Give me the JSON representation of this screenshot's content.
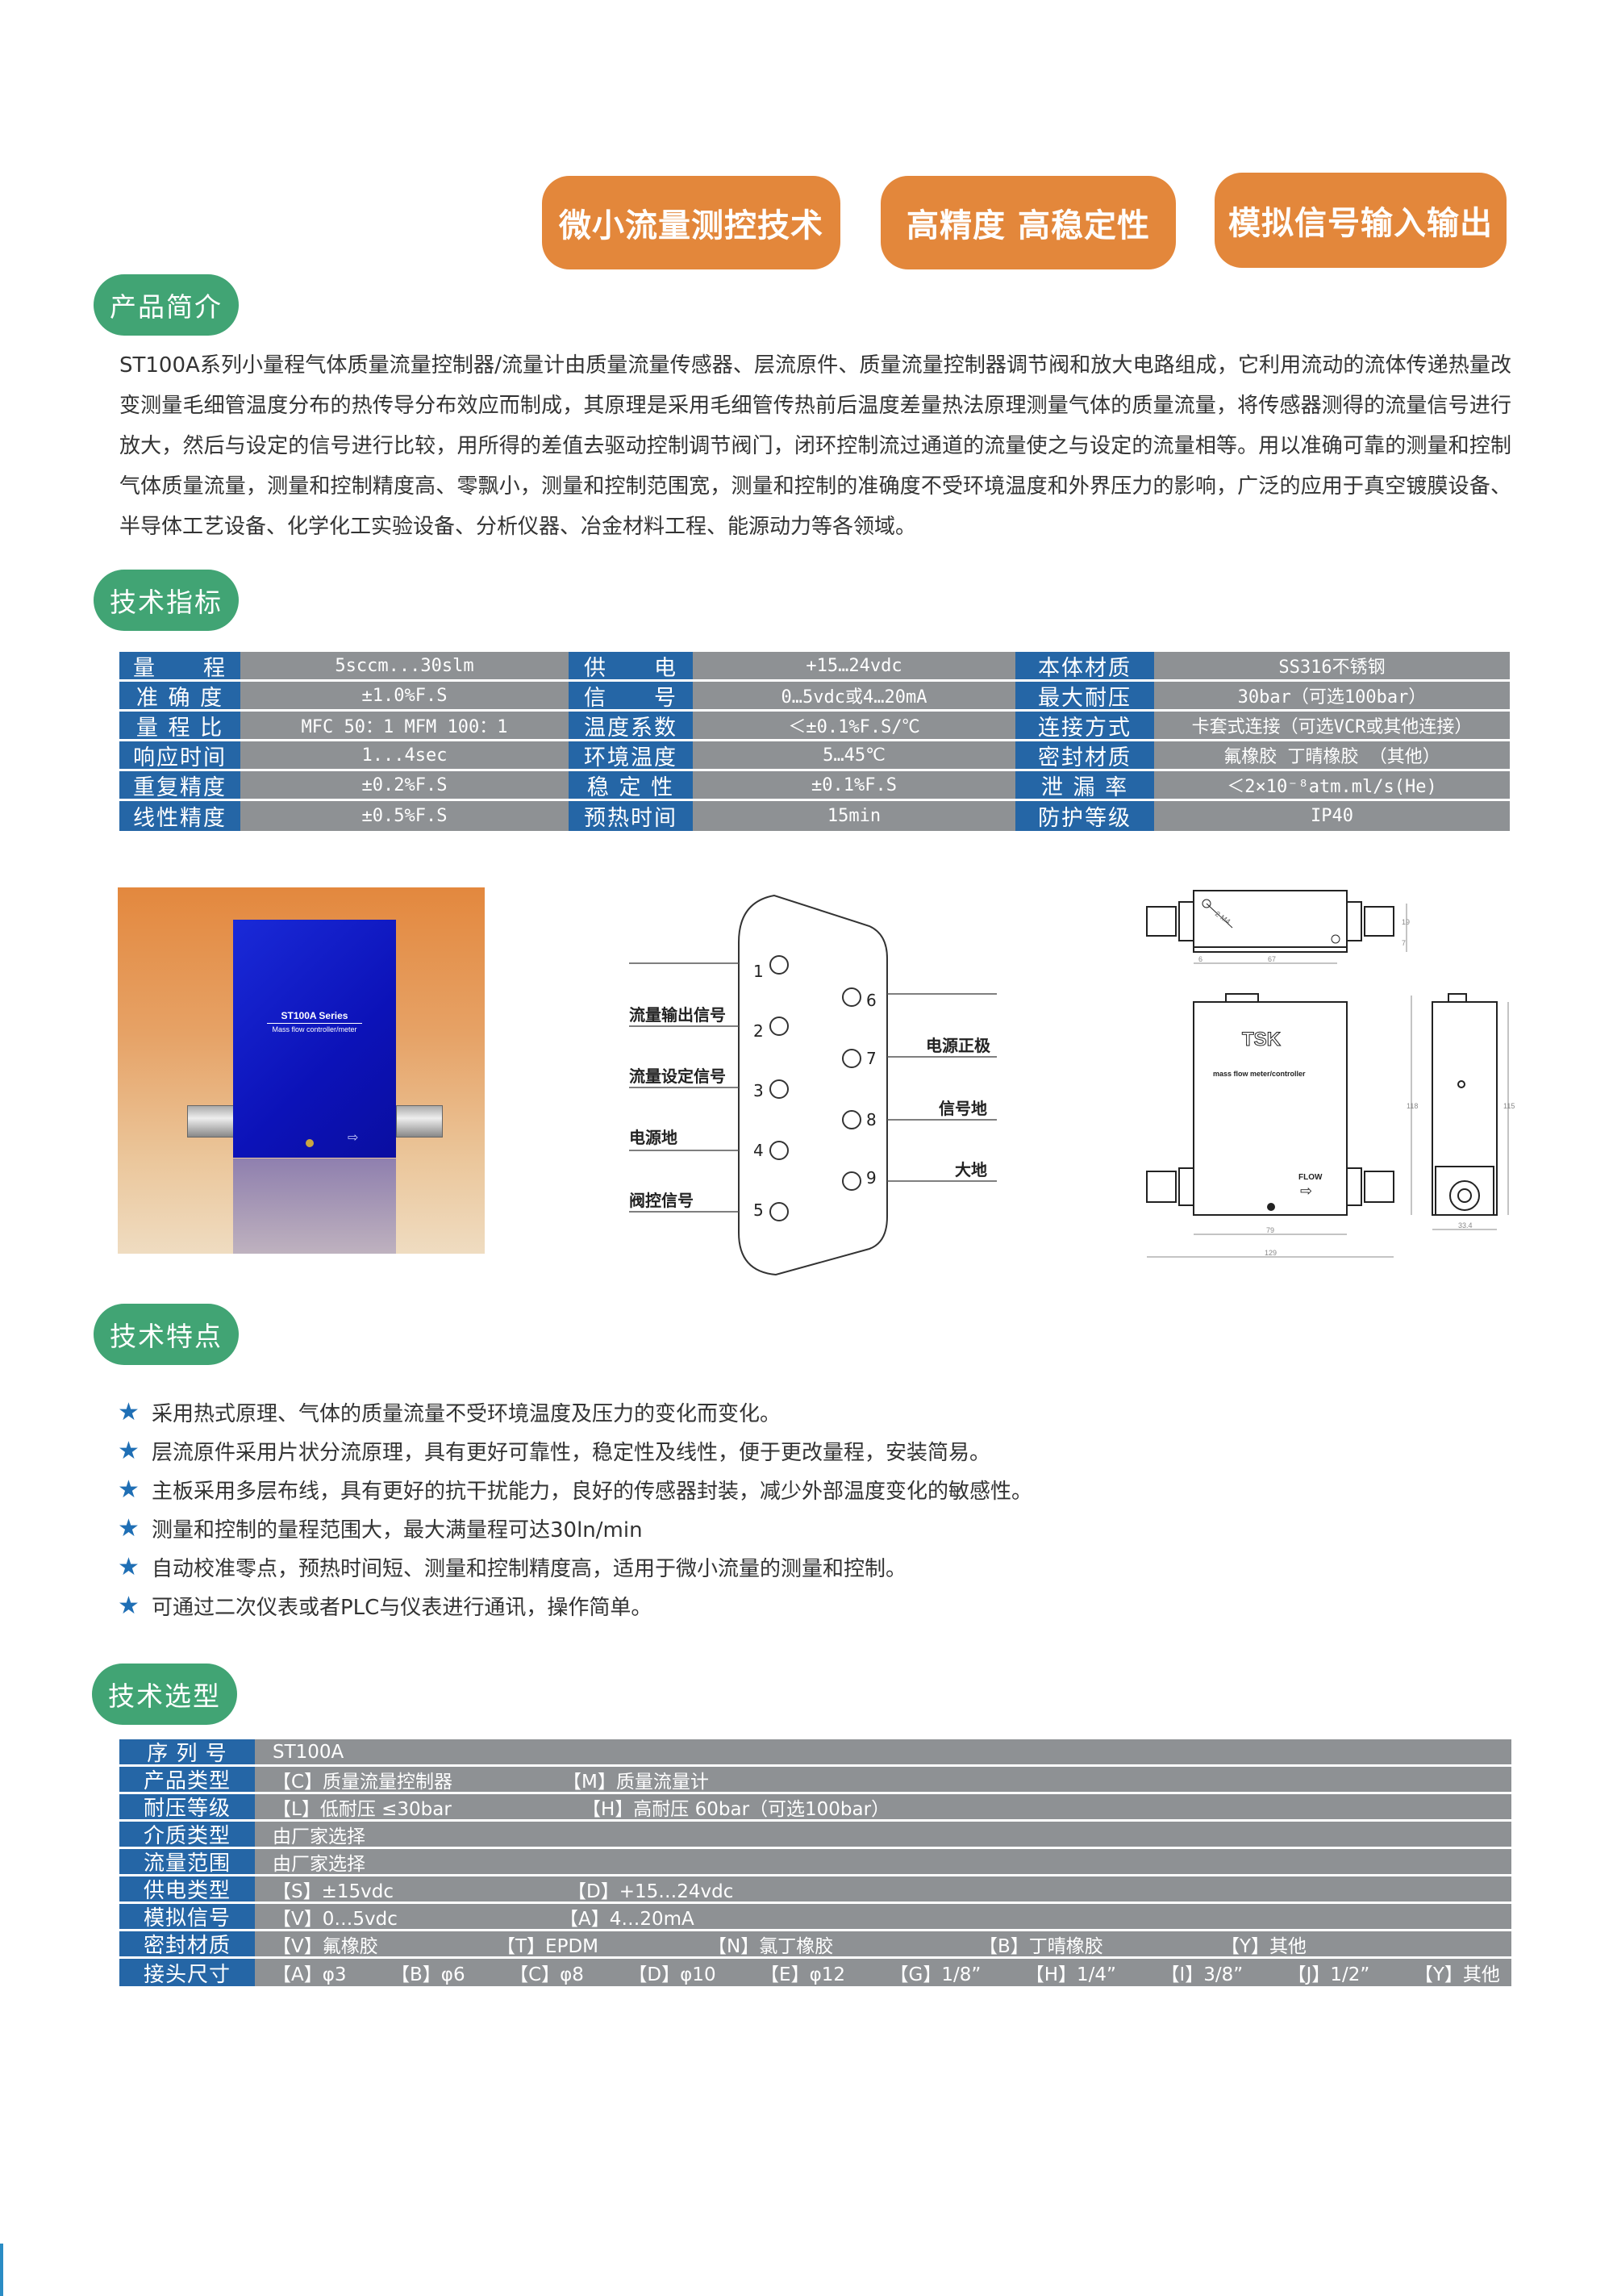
{
  "features_top": [
    {
      "label": "微小流量测控技术"
    },
    {
      "label": "高精度 高稳定性"
    },
    {
      "label": "模拟信号输入输出"
    }
  ],
  "sections": {
    "intro": "产品简介",
    "specs": "技术指标",
    "characteristics": "技术特点",
    "selection": "技术选型"
  },
  "intro_text": "ST100A系列小量程气体质量流量控制器/流量计由质量流量传感器、层流原件、质量流量控制器调节阀和放大电路组成，它利用流动的流体传递热量改变测量毛细管温度分布的热传导分布效应而制成，其原理是采用毛细管传热前后温度差量热法原理测量气体的质量流量，将传感器测得的流量信号进行放大，然后与设定的信号进行比较，用所得的差值去驱动控制调节阀门，闭环控制流过通道的流量使之与设定的流量相等。用以准确可靠的测量和控制气体质量流量，测量和控制精度高、零飘小，测量和控制范围宽，测量和控制的准确度不受环境温度和外界压力的影响，广泛的应用于真空镀膜设备、半导体工艺设备、化学化工实验设备、分析仪器、冶金材料工程、能源动力等各领域。",
  "spec_table": {
    "rows": [
      [
        {
          "label": "量　　程",
          "value": "5sccm...30slm"
        },
        {
          "label": "供　　电",
          "value": "+15…24vdc"
        },
        {
          "label": "本体材质",
          "value": "SS316不锈钢"
        }
      ],
      [
        {
          "label": "准 确 度",
          "value": "±1.0%F.S"
        },
        {
          "label": "信　　号",
          "value": "0…5vdc或4…20mA"
        },
        {
          "label": "最大耐压",
          "value": "30bar（可选100bar）"
        }
      ],
      [
        {
          "label": "量 程 比",
          "value": "MFC 50：1  MFM  100：1"
        },
        {
          "label": "温度系数",
          "value": "＜±0.1%F.S/℃"
        },
        {
          "label": "连接方式",
          "value": "卡套式连接（可选VCR或其他连接）"
        }
      ],
      [
        {
          "label": "响应时间",
          "value": "1...4sec"
        },
        {
          "label": "环境温度",
          "value": "5…45℃"
        },
        {
          "label": "密封材质",
          "value": "氟橡胶 丁晴橡胶 （其他）"
        }
      ],
      [
        {
          "label": "重复精度",
          "value": "±0.2%F.S"
        },
        {
          "label": "稳 定 性",
          "value": "±0.1%F.S"
        },
        {
          "label": "泄 漏 率",
          "value": "＜2×10⁻⁸atm.ml/s(He)"
        }
      ],
      [
        {
          "label": "线性精度",
          "value": "±0.5%F.S"
        },
        {
          "label": "预热时间",
          "value": "15min"
        },
        {
          "label": "防护等级",
          "value": "IP40"
        }
      ]
    ]
  },
  "product_photo": {
    "series": "ST100A Series",
    "subtitle": "Mass flow controller/meter",
    "flow_label": "flow"
  },
  "pinout": {
    "left": [
      {
        "pin": "1",
        "label": ""
      },
      {
        "pin": "2",
        "label": "流量输出信号"
      },
      {
        "pin": "3",
        "label": "流量设定信号"
      },
      {
        "pin": "4",
        "label": "电源地"
      },
      {
        "pin": "5",
        "label": "阀控信号"
      }
    ],
    "right": [
      {
        "pin": "6",
        "label": ""
      },
      {
        "pin": "7",
        "label": "电源正极"
      },
      {
        "pin": "8",
        "label": "信号地"
      },
      {
        "pin": "9",
        "label": "大地"
      }
    ]
  },
  "dimension_drawing": {
    "brand": "TSK",
    "subtitle": "mass flow meter/controller",
    "flow_label": "FLOW",
    "hole_label": "2-M4",
    "dims": {
      "top_offset": "6",
      "hole_spacing": "67",
      "height_a": "19",
      "height_b": "7",
      "body_width": "79",
      "total_width": "129",
      "height_front": "118",
      "height_side": "115",
      "side_width": "33.4"
    }
  },
  "characteristics": [
    "采用热式原理、气体的质量流量不受环境温度及压力的变化而变化。",
    "层流原件采用片状分流原理，具有更好可靠性，稳定性及线性，便于更改量程，安装简易。",
    "主板采用多层布线，具有更好的抗干扰能力，良好的传感器封装，减少外部温度变化的敏感性。",
    "测量和控制的量程范围大，最大满量程可达30ln/min",
    "自动校准零点，预热时间短、测量和控制精度高，适用于微小流量的测量和控制。",
    "可通过二次仪表或者PLC与仪表进行通讯，操作简单。"
  ],
  "selection_table": {
    "rows": [
      {
        "label": "序 列 号",
        "options": [
          "ST100A"
        ]
      },
      {
        "label": "产品类型",
        "options": [
          "【C】质量流量控制器",
          "【M】质量流量计"
        ]
      },
      {
        "label": "耐压等级",
        "options": [
          "【L】低耐压 ≤30bar",
          "【H】高耐压 60bar（可选100bar）"
        ]
      },
      {
        "label": "介质类型",
        "options": [
          "由厂家选择"
        ]
      },
      {
        "label": "流量范围",
        "options": [
          "由厂家选择"
        ]
      },
      {
        "label": "供电类型",
        "options": [
          "【S】±15vdc",
          "【D】+15…24vdc"
        ]
      },
      {
        "label": "模拟信号",
        "options": [
          "【V】0…5vdc",
          "【A】4…20mA"
        ]
      },
      {
        "label": "密封材质",
        "options": [
          "【V】氟橡胶",
          "【T】EPDM",
          "【N】氯丁橡胶",
          "【B】丁晴橡胶",
          "【Y】其他"
        ]
      },
      {
        "label": "接头尺寸",
        "options": [
          "【A】φ3",
          "【B】φ6",
          "【C】φ8",
          "【D】φ10",
          "【E】φ12",
          "【G】1/8”",
          "【H】1/4”",
          "【I】3/8”",
          "【J】1/2”",
          "【Y】其他"
        ]
      }
    ]
  },
  "colors": {
    "orange_pill": "#e3873b",
    "green_badge": "#41a474",
    "table_label_blue": "#2566a6",
    "table_value_gray": "#8e9194",
    "star_blue": "#1f6fb5"
  }
}
